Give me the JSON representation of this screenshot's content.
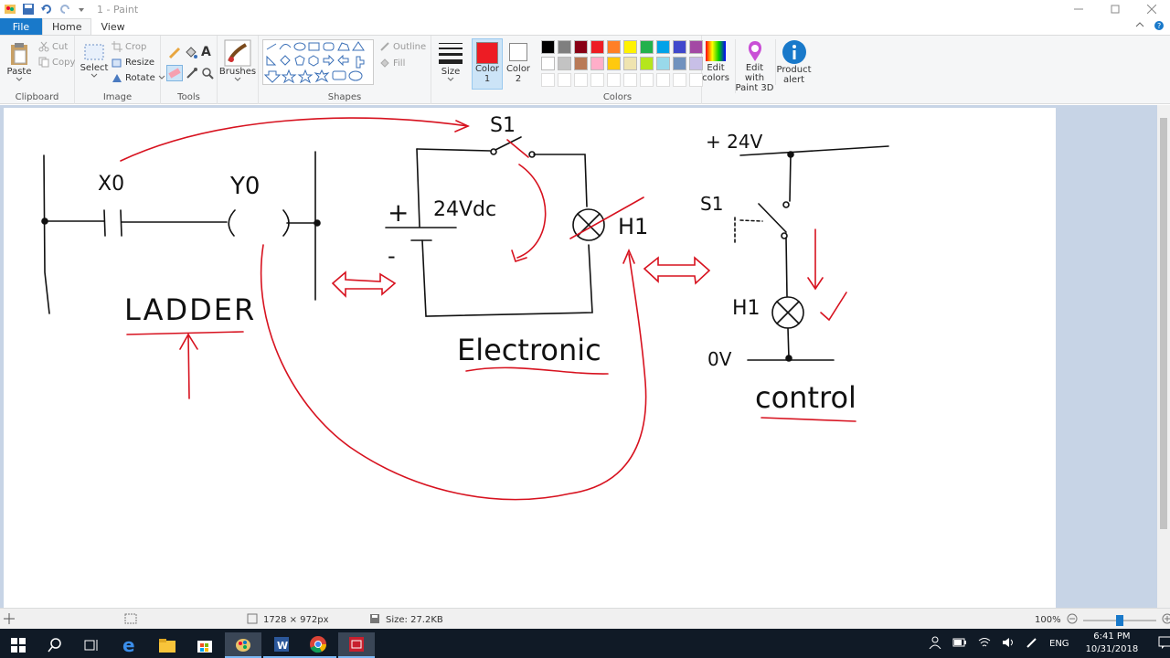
{
  "window": {
    "title": "1 - Paint",
    "controls": [
      "minimize-icon",
      "restore-icon",
      "close-icon"
    ]
  },
  "tabs": {
    "file": "File",
    "home": "Home",
    "view": "View"
  },
  "ribbon": {
    "clipboard": {
      "label": "Clipboard",
      "paste": "Paste",
      "cut": "Cut",
      "copy": "Copy"
    },
    "image": {
      "label": "Image",
      "select": "Select",
      "crop": "Crop",
      "resize": "Resize",
      "rotate": "Rotate"
    },
    "tools": {
      "label": "Tools"
    },
    "brushes": {
      "label": "Brushes"
    },
    "shapes": {
      "label": "Shapes",
      "outline": "Outline",
      "fill": "Fill"
    },
    "size": {
      "label": "Size"
    },
    "color1": {
      "label": "Color 1",
      "value": "#ed1c24"
    },
    "color2": {
      "label": "Color 2",
      "value": "#ffffff"
    },
    "colors": {
      "label": "Colors",
      "palette_row1": [
        "#000000",
        "#7f7f7f",
        "#880015",
        "#ed1c24",
        "#ff7f27",
        "#fff200",
        "#22b14c",
        "#00a2e8",
        "#3f48cc",
        "#a349a4"
      ],
      "palette_row2": [
        "#ffffff",
        "#c3c3c3",
        "#b97a57",
        "#ffaec9",
        "#ffc90e",
        "#efe4b0",
        "#b5e61d",
        "#99d9ea",
        "#7092be",
        "#c8bfe7"
      ]
    },
    "edit_colors": "Edit colors",
    "paint3d": "Edit with Paint 3D",
    "product_alert": "Product alert"
  },
  "drawing": {
    "ladder": {
      "contact": "X0",
      "coil": "Y0",
      "title": "LADDER"
    },
    "electronic": {
      "switch": "S1",
      "plus": "+",
      "minus": "-",
      "supply": "24Vdc",
      "lamp": "H1",
      "title": "Electronic"
    },
    "control": {
      "supply": "+ 24V",
      "switch": "S1",
      "lamp": "H1",
      "ground": "0V",
      "title": "control"
    }
  },
  "status": {
    "dimensions": "1728 × 972px",
    "size": "Size: 27.2KB",
    "zoom": "100%"
  },
  "taskbar": {
    "time": "6:41 PM",
    "date": "10/31/2018",
    "lang": "ENG"
  }
}
